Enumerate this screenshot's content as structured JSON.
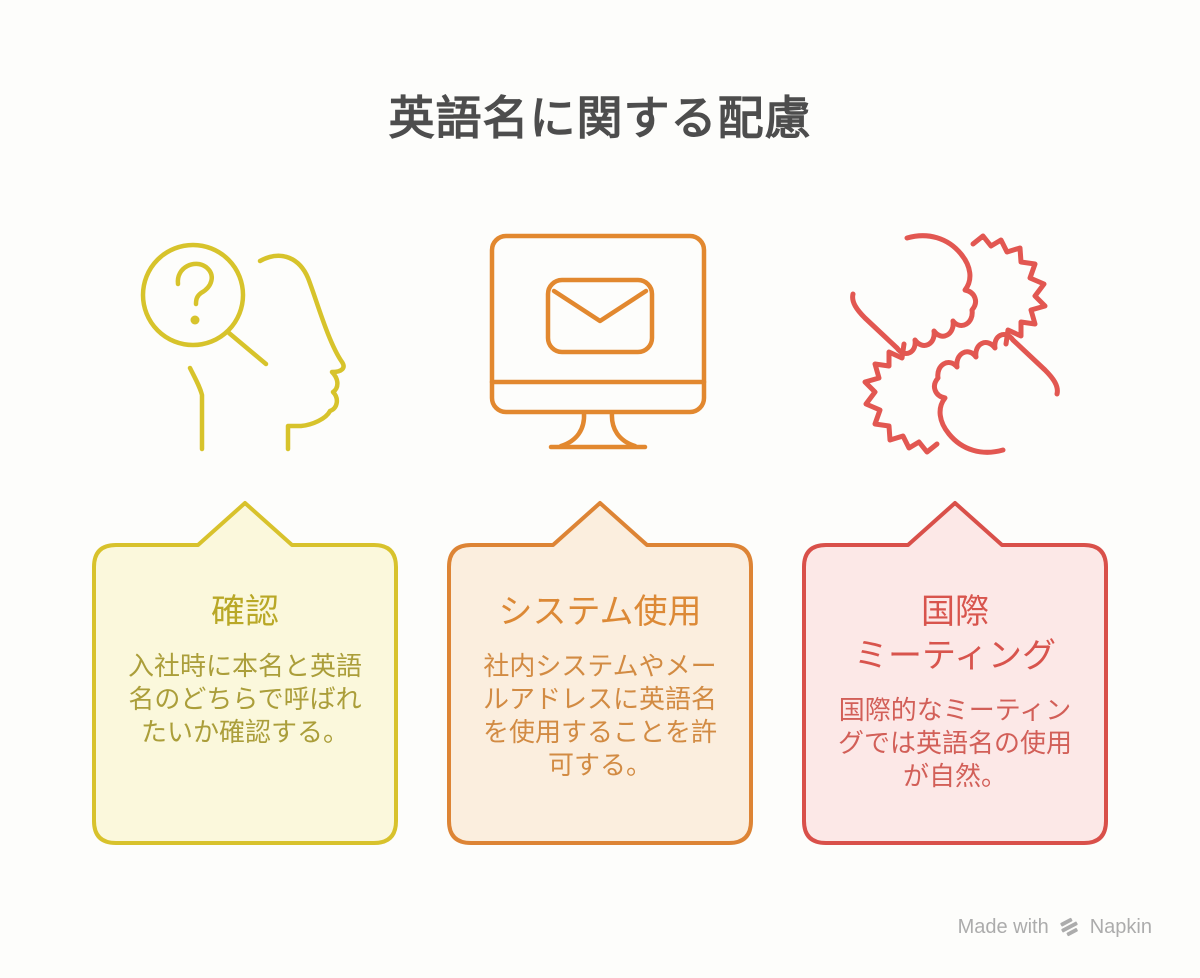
{
  "title": {
    "text": "英語名に関する配慮",
    "color": "#4d4d4d"
  },
  "icons": [
    {
      "name": "head-question-magnifier-icon",
      "color": "#d7c32b"
    },
    {
      "name": "monitor-email-icon",
      "color": "#e2882f"
    },
    {
      "name": "hands-teamwork-icon",
      "color": "#e25751"
    }
  ],
  "cards": [
    {
      "title": "確認",
      "body": "入社時に本名と英語名のどちらで呼ばれたいか確認する。",
      "accent": "#d8c22c",
      "fill": "#fbf8dc",
      "title_color": "#b9a827",
      "body_color": "#ab9e3a"
    },
    {
      "title": "システム使用",
      "body": "社内システムやメールアドレスに英語名を使用することを許可する。",
      "accent": "#dd8435",
      "fill": "#fbeede",
      "title_color": "#dc8936",
      "body_color": "#d28b43"
    },
    {
      "title": "国際\nミーティング",
      "body": "国際的なミーティングでは英語名の使用が自然。",
      "accent": "#d9504a",
      "fill": "#fce8e7",
      "title_color": "#d8544d",
      "body_color": "#d25f58"
    }
  ],
  "footer": {
    "made_with": "Made with",
    "brand": "Napkin",
    "logo": "napkin-logo",
    "color": "#acacac"
  }
}
